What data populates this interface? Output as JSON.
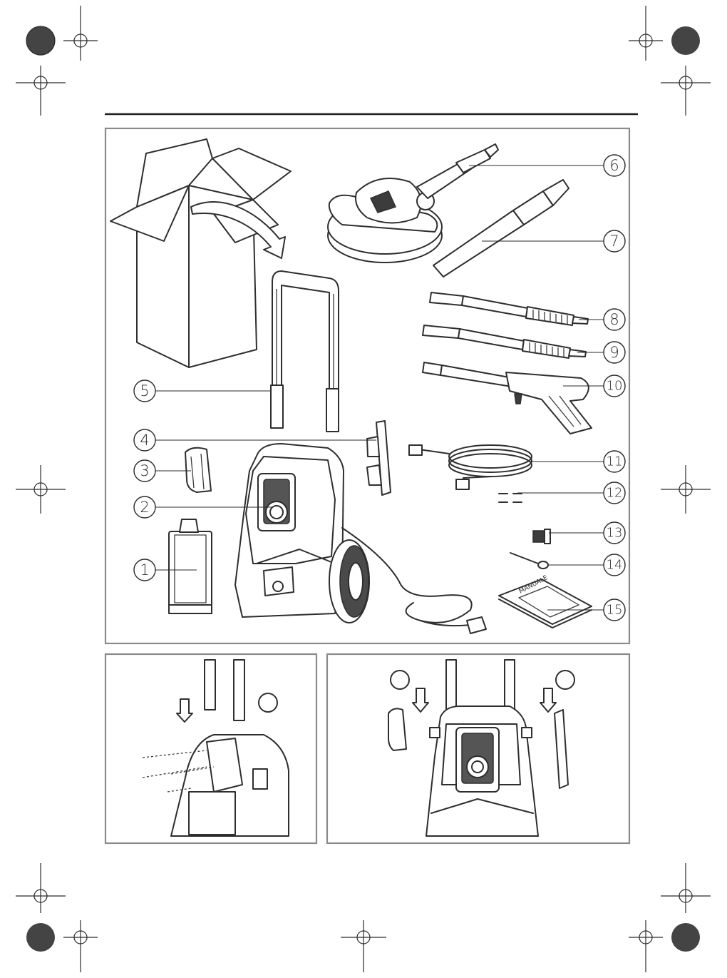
{
  "callouts": {
    "n1": "1",
    "n2": "2",
    "n3": "3",
    "n4": "4",
    "n5": "5",
    "n6": "6",
    "n7": "7",
    "n8": "8",
    "n9": "9",
    "n10": "10",
    "n11": "11",
    "n12": "12",
    "n13": "13",
    "n14": "14",
    "n15": "15"
  },
  "manual_cover_text": "MANUALE",
  "step_callouts": {
    "left_panel": "",
    "right_panel_a": "",
    "right_panel_b": ""
  }
}
